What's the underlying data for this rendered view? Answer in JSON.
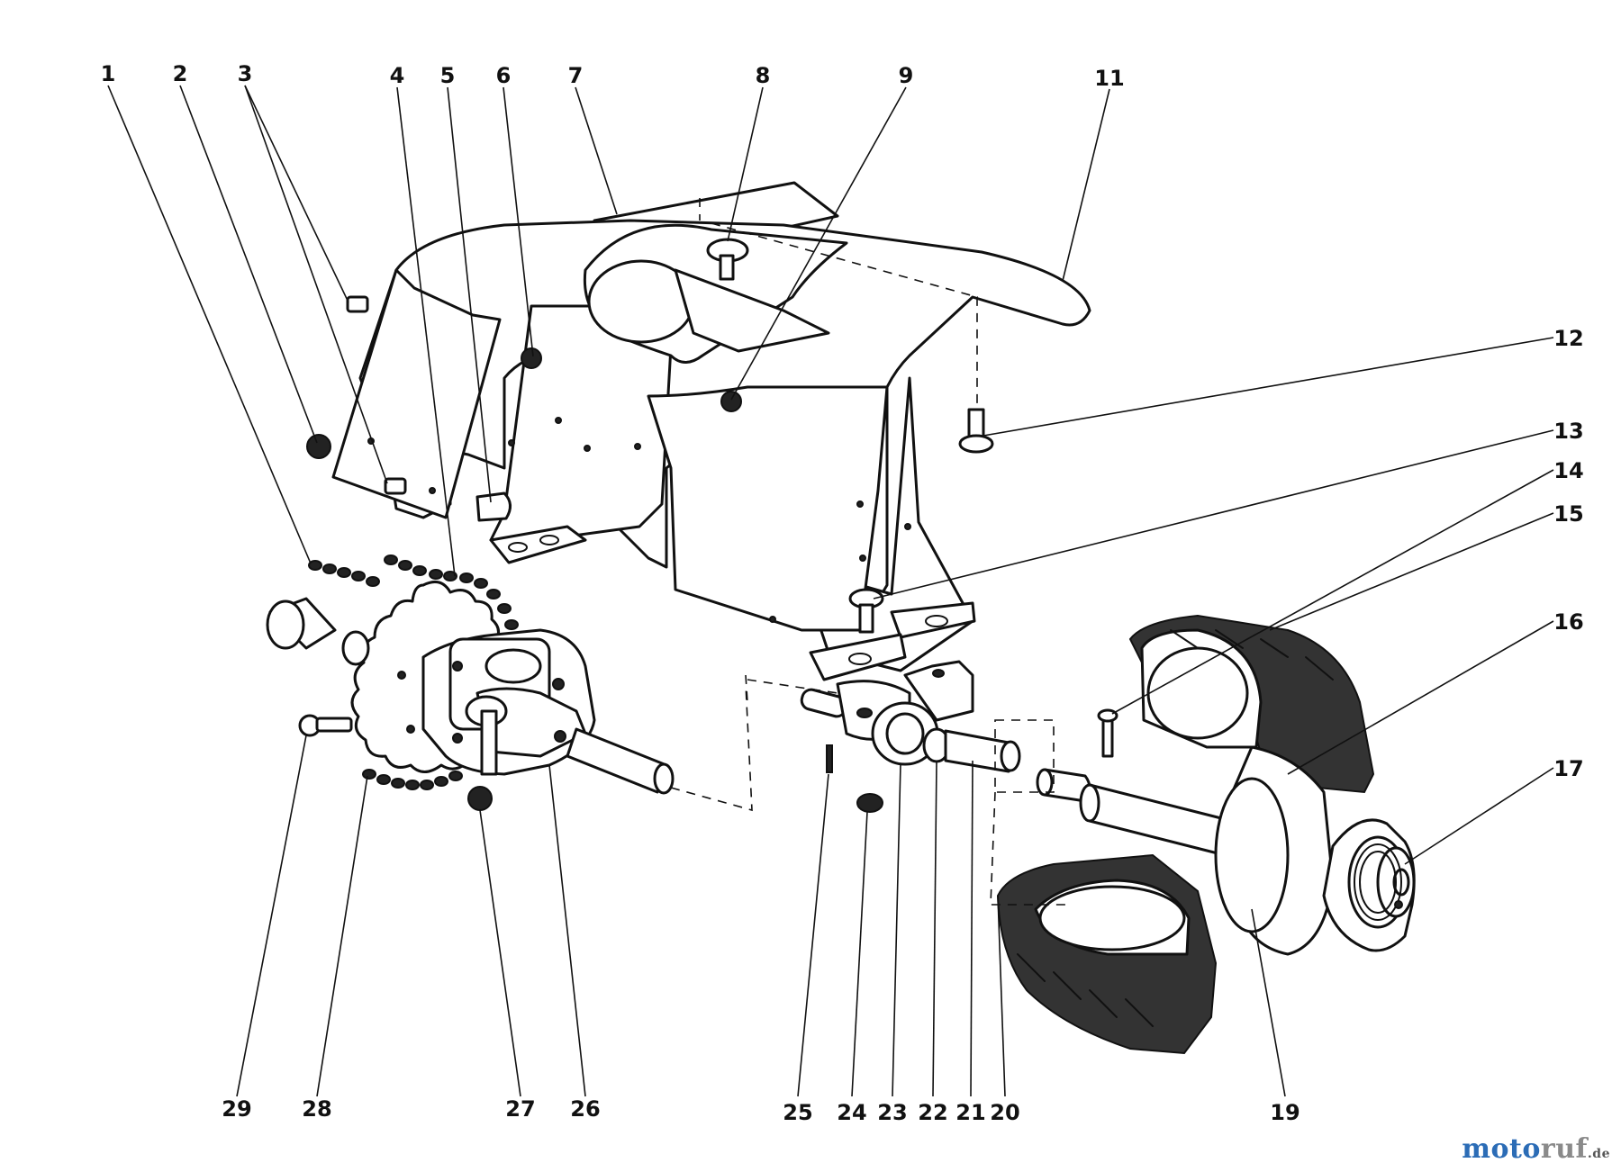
{
  "labels": [
    "1",
    "2",
    "3",
    "4",
    "5",
    "6",
    "7",
    "8",
    "9",
    "11",
    "12",
    "13",
    "14",
    "15",
    "16",
    "17",
    "19",
    "20",
    "21",
    "22",
    "23",
    "24",
    "25",
    "26",
    "27",
    "28",
    "29"
  ],
  "watermark": {
    "part1": "moto",
    "part2": "ruf",
    "part3": ".de"
  },
  "colors": {
    "ink": "#111111",
    "watermark_blue": "#2b6cb6",
    "watermark_gray": "#8a8a8a"
  }
}
